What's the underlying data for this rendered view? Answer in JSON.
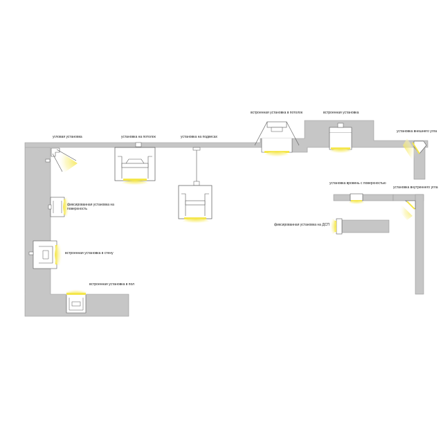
{
  "labels": {
    "corner_install": "угловая установка",
    "ceiling_install": "установка на потолок",
    "suspension_install": "установка на подвесах",
    "recessed_ceiling": "встроенная установка в потолок",
    "recessed_install": "встроенная установка",
    "outer_corner": "установка внешнего угла",
    "surface_fixed": "фиксированная установка на поверхность",
    "recessed_wall": "встроенная установка в стену",
    "recessed_floor": "встроенная установка в пол",
    "flush_surface": "установка вровень с поверхностью",
    "inner_corner": "установка внутреннего угла",
    "chipboard_fixed": "фиксированная установка на ДСП"
  },
  "colors": {
    "wall": "#c6c6c6",
    "wall_edge": "#9a9a9a",
    "profile": "#ffffff",
    "profile_line": "#555555",
    "light": "#f4e64a",
    "glow": "#fbf4a8",
    "text": "#222222"
  }
}
